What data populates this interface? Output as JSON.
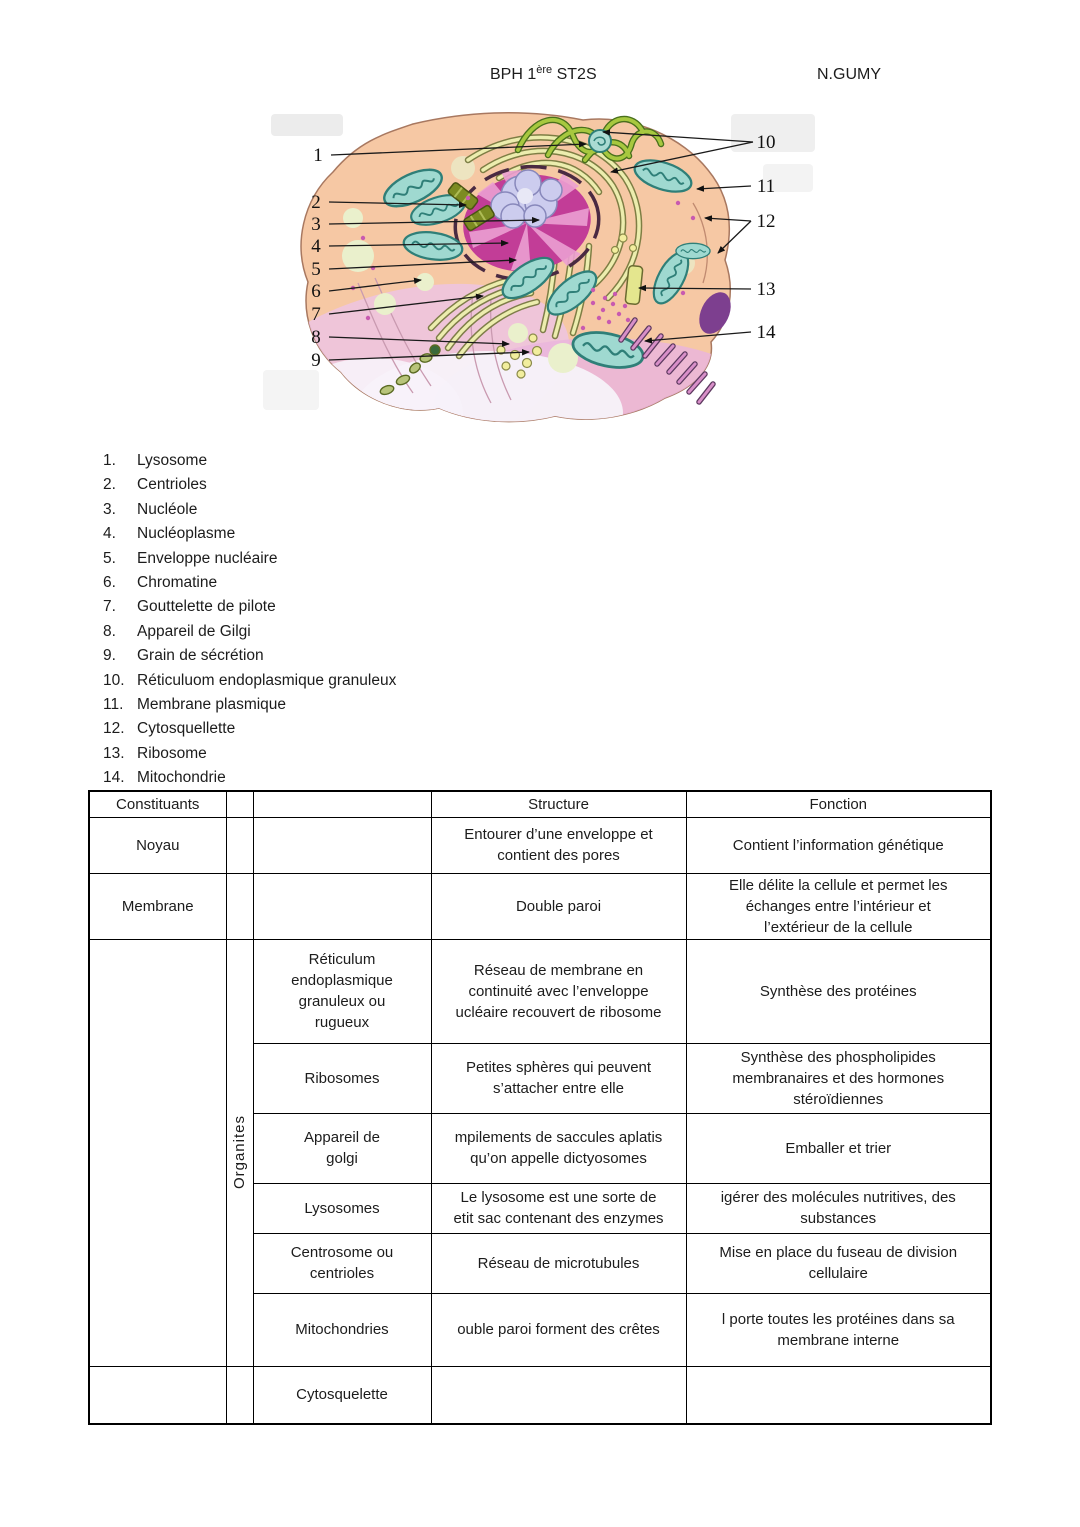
{
  "header": {
    "course_prefix": "BPH 1",
    "course_sup": "ère",
    "course_suffix": " ST2S",
    "author": "N.GUMY"
  },
  "diagram": {
    "labels": [
      "1",
      "2",
      "3",
      "4",
      "5",
      "6",
      "7",
      "8",
      "9",
      "10",
      "11",
      "12",
      "13",
      "14"
    ]
  },
  "legend": {
    "items": [
      {
        "num": "1.",
        "label": "Lysosome"
      },
      {
        "num": "2.",
        "label": "Centrioles"
      },
      {
        "num": "3.",
        "label": "Nucléole"
      },
      {
        "num": "4.",
        "label": "Nucléoplasme"
      },
      {
        "num": "5.",
        "label": "Enveloppe nucléaire"
      },
      {
        "num": "6.",
        "label": "Chromatine"
      },
      {
        "num": "7.",
        "label": "Gouttelette de pilote"
      },
      {
        "num": "8.",
        "label": "Appareil de Gilgi"
      },
      {
        "num": "9.",
        "label": "Grain de sécrétion"
      },
      {
        "num": "10.",
        "label": "Réticuluom endoplasmique granuleux"
      },
      {
        "num": "11.",
        "label": "Membrane plasmique"
      },
      {
        "num": "12.",
        "label": "Cytosquellette"
      },
      {
        "num": "13.",
        "label": "Ribosome"
      },
      {
        "num": "14.",
        "label": "Mitochondrie"
      }
    ]
  },
  "table": {
    "headers": {
      "constituants": "Constituants",
      "structure": "Structure",
      "fonction": "Fonction"
    },
    "organites_label": "Organites",
    "rows": {
      "noyau": {
        "name": "Noyau",
        "structure": "Entourer d’une enveloppe et\ncontient des pores",
        "fonction": "Contient l’information génétique"
      },
      "membrane": {
        "name": "Membrane",
        "structure": "Double paroi",
        "fonction": "Elle délite la cellule et permet les\néchanges entre l’intérieur et\nl’extérieur de la cellule"
      },
      "reticulum": {
        "name": "Réticulum\nendoplasmique\ngranuleux ou\nrugueux",
        "structure": "Réseau de membrane en\ncontinuité avec l’enveloppe\nucléaire recouvert de ribosome",
        "fonction": "Synthèse des protéines"
      },
      "ribosomes": {
        "name": "Ribosomes",
        "structure": "Petites sphères qui peuvent\ns’attacher entre elle",
        "fonction": "Synthèse des phospholipides\nmembranaires et des hormones\nstéroïdiennes"
      },
      "golgi": {
        "name": "Appareil de\ngolgi",
        "structure": "mpilements de saccules aplatis\nqu’on appelle dictyosomes",
        "fonction": "Emballer et trier"
      },
      "lysosomes": {
        "name": "Lysosomes",
        "structure": "Le lysosome est une sorte de\netit sac contenant des enzymes",
        "fonction": "igérer des molécules nutritives, des\nsubstances"
      },
      "centrosome": {
        "name": "Centrosome ou\ncentrioles",
        "structure": "Réseau de microtubules",
        "fonction": "Mise en place du fuseau de division\ncellulaire"
      },
      "mitochondries": {
        "name": "Mitochondries",
        "structure": "ouble paroi forment des crêtes",
        "fonction": "l porte toutes les protéines dans sa\nmembrane interne"
      },
      "cytosquelette": {
        "name": "Cytosquelette",
        "structure": "",
        "fonction": ""
      }
    }
  }
}
